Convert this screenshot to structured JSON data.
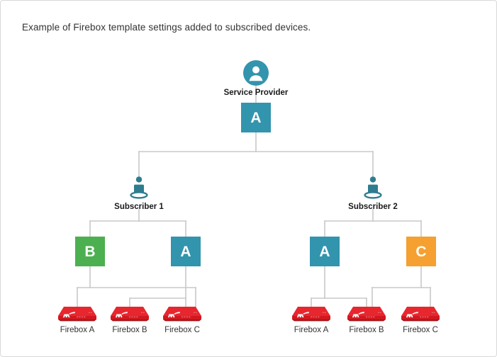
{
  "caption": "Example of Firebox template settings added to subscribed devices.",
  "colors": {
    "teal": "#3394AD",
    "green": "#4CAF50",
    "orange": "#F5A030",
    "firebox_red": "#E31B23",
    "firebox_red_dark": "#B3141B",
    "connector": "#C8C8C8",
    "border": "#D9D9D9",
    "text": "#333333"
  },
  "service_provider": {
    "label": "Service Provider",
    "icon": "user-circle-icon",
    "template": {
      "label": "A",
      "color": "#3394AD"
    }
  },
  "subscribers": [
    {
      "label": "Subscriber 1",
      "icon": "user-platform-icon",
      "templates": [
        {
          "label": "B",
          "color": "#4CAF50"
        },
        {
          "label": "A",
          "color": "#3394AD"
        }
      ],
      "devices": [
        {
          "label": "Firebox A",
          "icon": "firebox-appliance-icon"
        },
        {
          "label": "Firebox B",
          "icon": "firebox-appliance-icon"
        },
        {
          "label": "Firebox C",
          "icon": "firebox-appliance-icon"
        }
      ]
    },
    {
      "label": "Subscriber 2",
      "icon": "user-platform-icon",
      "templates": [
        {
          "label": "A",
          "color": "#3394AD"
        },
        {
          "label": "C",
          "color": "#F5A030"
        }
      ],
      "devices": [
        {
          "label": "Firebox A",
          "icon": "firebox-appliance-icon"
        },
        {
          "label": "Firebox B",
          "icon": "firebox-appliance-icon"
        },
        {
          "label": "Firebox C",
          "icon": "firebox-appliance-icon"
        }
      ]
    }
  ]
}
